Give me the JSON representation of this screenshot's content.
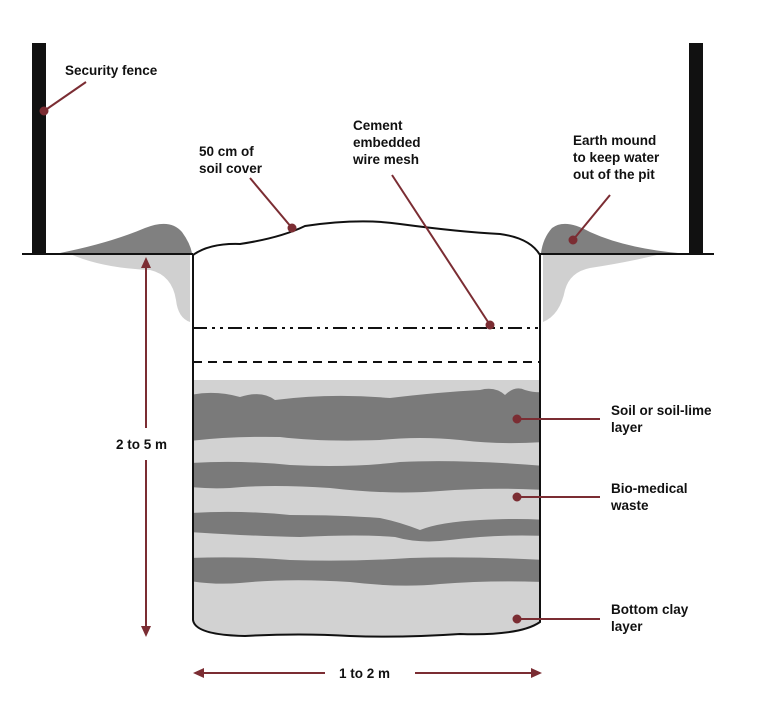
{
  "labels": {
    "security_fence": "Security fence",
    "soil_cover": [
      "50 cm of",
      "soil cover"
    ],
    "wire_mesh": [
      "Cement",
      "embedded",
      "wire mesh"
    ],
    "earth_mound": [
      "Earth mound",
      "to keep water",
      "out of the pit"
    ],
    "soil_lime": [
      "Soil or soil-lime",
      "layer"
    ],
    "biomedical": [
      "Bio-medical",
      "waste"
    ],
    "bottom_clay": [
      "Bottom clay",
      "layer"
    ],
    "depth": "2 to 5 m",
    "width": "1 to 2 m"
  },
  "colors": {
    "dark_layer": "#7a7a7a",
    "light_layer": "#d2d2d2",
    "pointer": "#7b2d33",
    "fence": "#111111",
    "mound_dark": "#808080",
    "mound_light": "#d0d0d0"
  }
}
